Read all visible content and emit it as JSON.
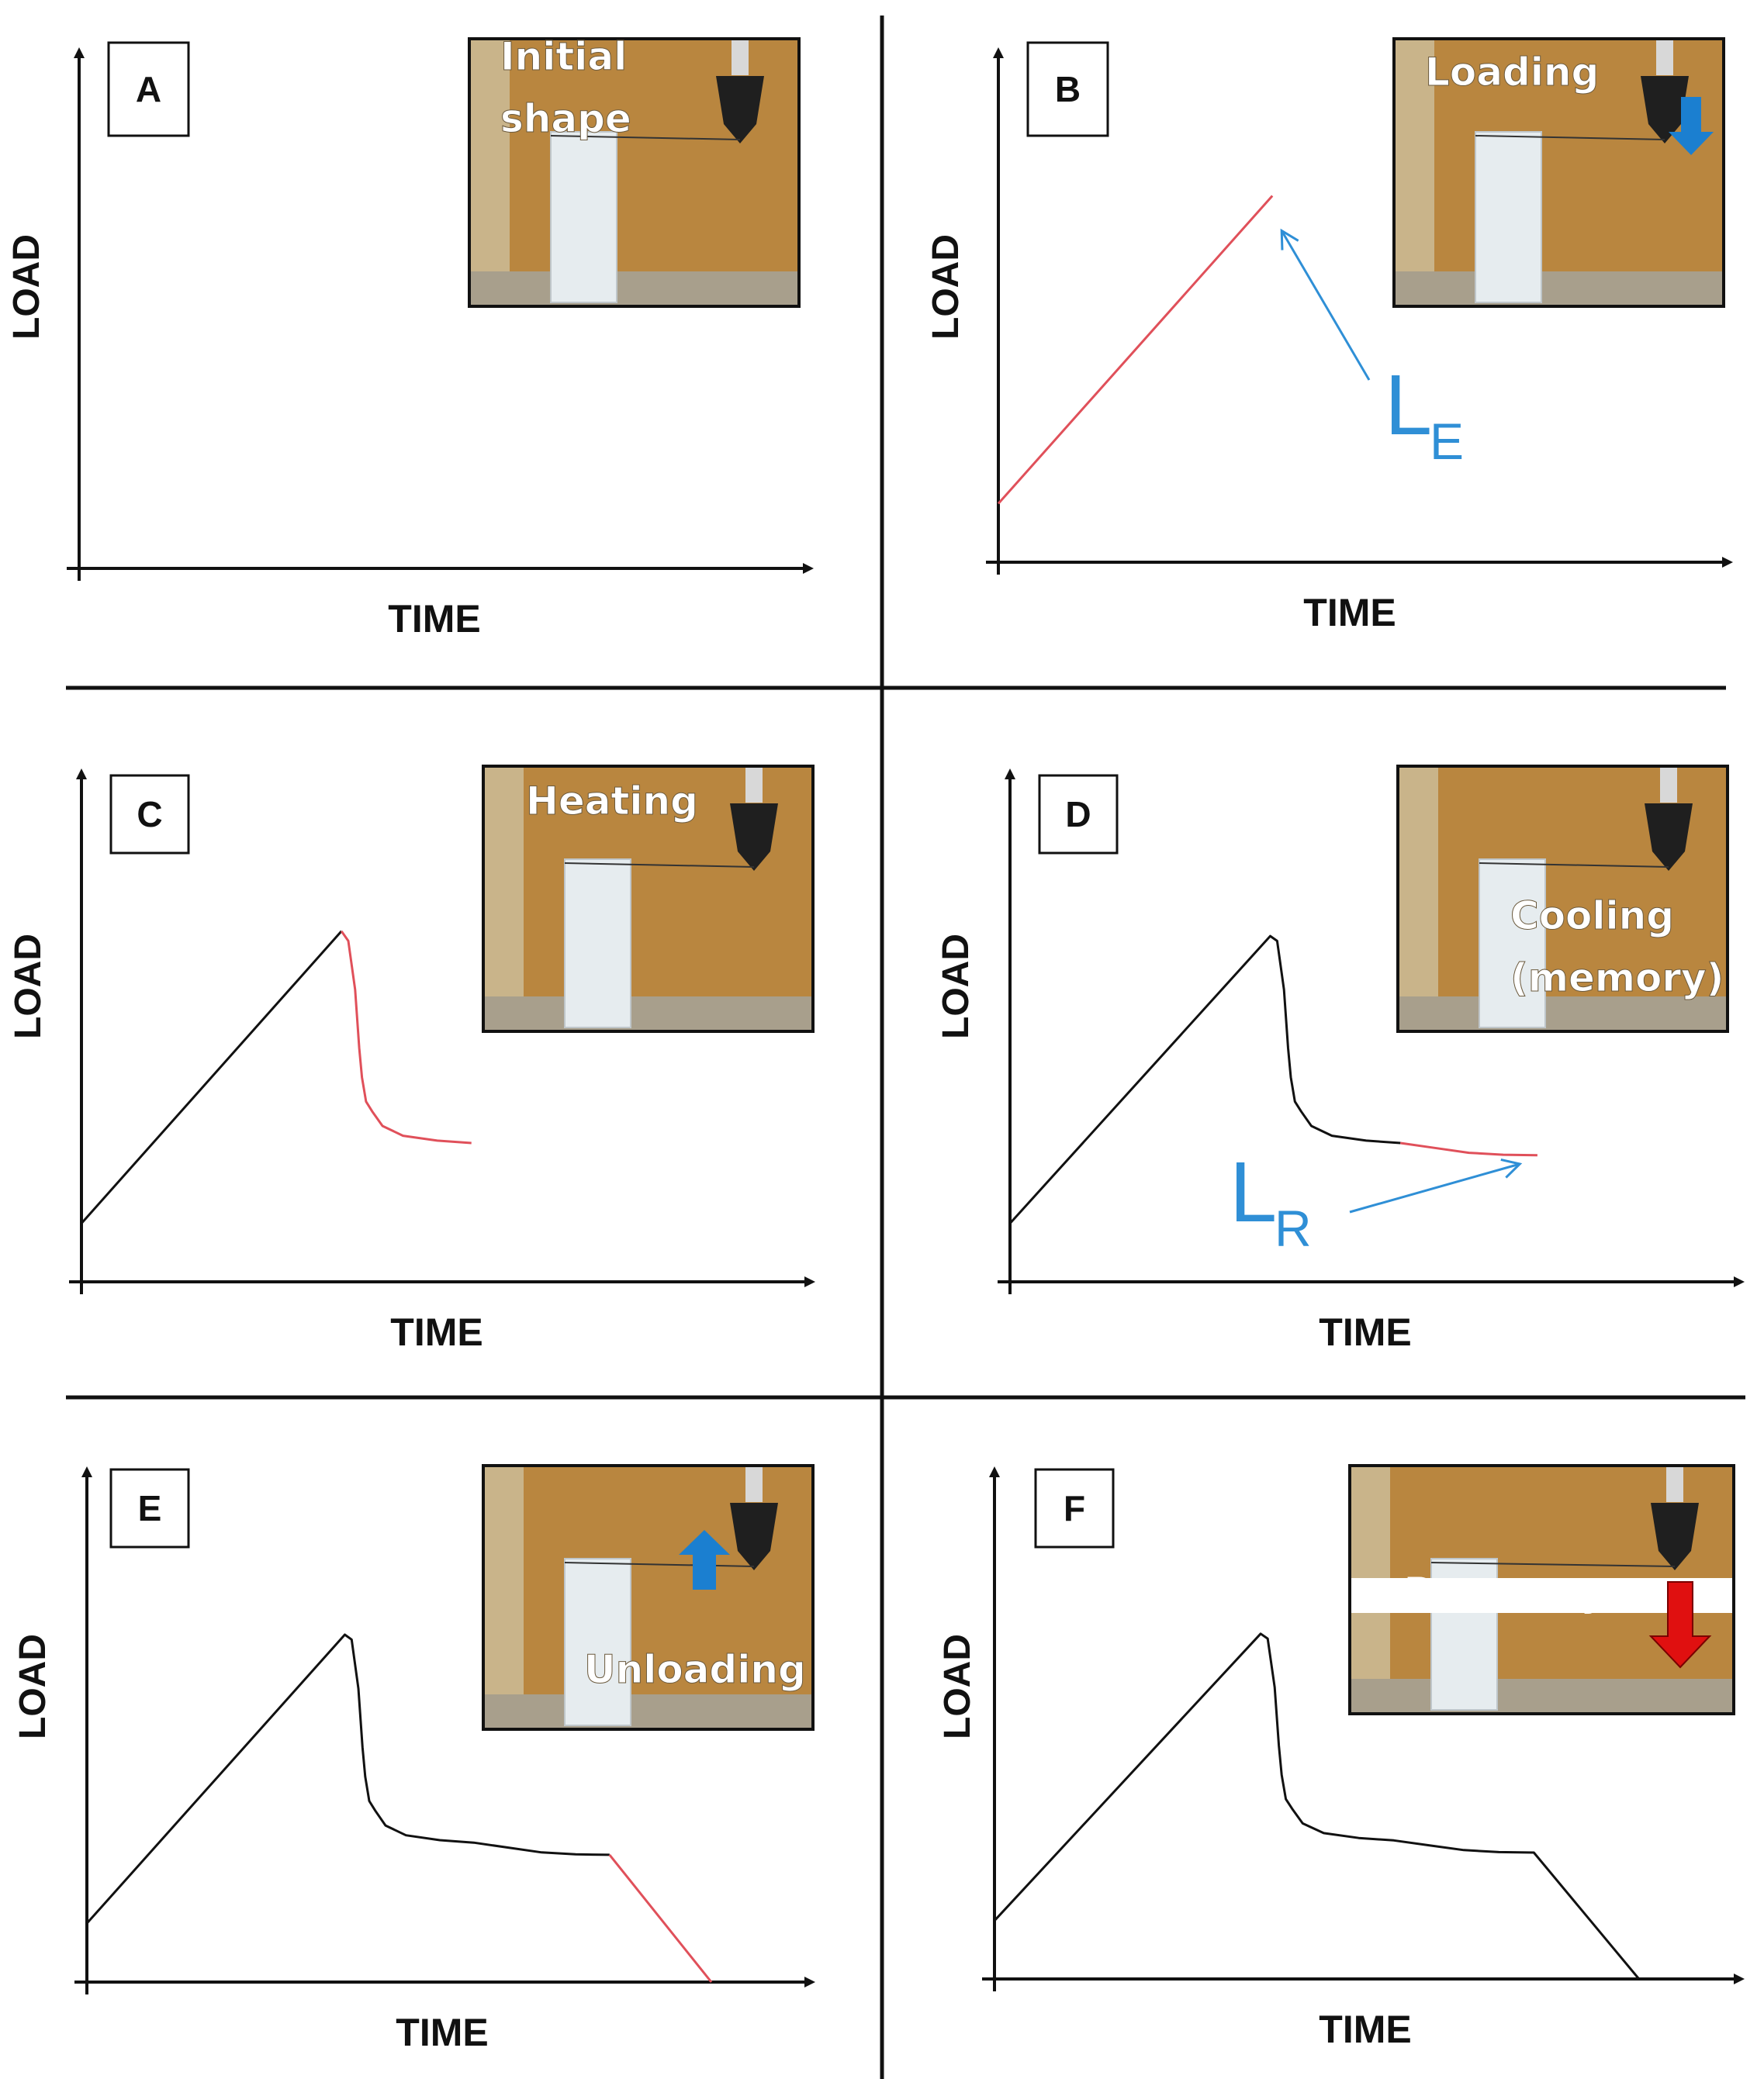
{
  "colors": {
    "axis": "#111111",
    "curve_previous": "#111111",
    "curve_current": "#e0505a",
    "annotation": "#2f8fd6",
    "recovery_text": "#e01010",
    "recovery_arrow": "#e01010",
    "photo_background": "#b9863f"
  },
  "chart_data": [
    {
      "type": "line",
      "panel": "A",
      "xlabel": "TIME",
      "ylabel": "LOAD",
      "photo_caption": [
        "Initial",
        "shape"
      ],
      "xlim": [
        0,
        100
      ],
      "ylim": [
        0,
        100
      ],
      "series": []
    },
    {
      "type": "line",
      "panel": "B",
      "xlabel": "TIME",
      "ylabel": "LOAD",
      "photo_caption": [
        "Loading"
      ],
      "photo_arrow": "down",
      "annotation": {
        "label": "L",
        "subscript": "E",
        "points_to": [
          40,
          75
        ]
      },
      "xlim": [
        0,
        100
      ],
      "ylim": [
        0,
        100
      ],
      "series": [
        {
          "role": "current",
          "x": [
            0,
            40
          ],
          "y": [
            12,
            75
          ]
        }
      ]
    },
    {
      "type": "line",
      "panel": "C",
      "xlabel": "TIME",
      "ylabel": "LOAD",
      "photo_caption": [
        "Heating"
      ],
      "xlim": [
        0,
        100
      ],
      "ylim": [
        0,
        100
      ],
      "series": [
        {
          "role": "previous",
          "x": [
            0,
            38
          ],
          "y": [
            12,
            72
          ]
        },
        {
          "role": "current",
          "x": [
            38,
            39,
            40,
            40.6,
            41,
            41.6,
            42.5,
            44,
            47,
            52,
            57
          ],
          "y": [
            72,
            70,
            60,
            48,
            42,
            37,
            35,
            32,
            30,
            29,
            28.5
          ]
        }
      ]
    },
    {
      "type": "line",
      "panel": "D",
      "xlabel": "TIME",
      "ylabel": "LOAD",
      "photo_caption": [
        "Cooling",
        "(memory)"
      ],
      "annotation": {
        "label": "L",
        "subscript": "R",
        "points_to": [
          75,
          25
        ]
      },
      "xlim": [
        0,
        100
      ],
      "ylim": [
        0,
        100
      ],
      "series": [
        {
          "role": "previous",
          "x": [
            0,
            38,
            39,
            40,
            40.6,
            41,
            41.6,
            42.5,
            44,
            47,
            52,
            57
          ],
          "y": [
            12,
            71,
            70,
            60,
            48,
            42,
            37,
            35,
            32,
            30,
            29,
            28.5
          ]
        },
        {
          "role": "current",
          "x": [
            57,
            62,
            67,
            72,
            77
          ],
          "y": [
            28.5,
            27.5,
            26.5,
            26.1,
            26
          ]
        }
      ]
    },
    {
      "type": "line",
      "panel": "E",
      "xlabel": "TIME",
      "ylabel": "LOAD",
      "photo_caption": [
        "Unloading"
      ],
      "photo_arrow": "up",
      "xlim": [
        0,
        100
      ],
      "ylim": [
        0,
        100
      ],
      "series": [
        {
          "role": "previous",
          "x": [
            0,
            38,
            39,
            40,
            40.6,
            41,
            41.6,
            42.5,
            44,
            47,
            52,
            57,
            62,
            67,
            72,
            77
          ],
          "y": [
            12,
            71,
            70,
            60,
            48,
            42,
            37,
            35,
            32,
            30,
            29,
            28.5,
            27.5,
            26.5,
            26.1,
            26
          ]
        },
        {
          "role": "current",
          "x": [
            77,
            92
          ],
          "y": [
            26,
            0
          ]
        }
      ]
    },
    {
      "type": "line",
      "panel": "F",
      "xlabel": "TIME",
      "ylabel": "LOAD",
      "photo_caption": [
        "Recovery"
      ],
      "photo_arrow": "down-red",
      "xlim": [
        0,
        100
      ],
      "ylim": [
        0,
        100
      ],
      "series": [
        {
          "role": "previous",
          "x": [
            0,
            38,
            39,
            40,
            40.6,
            41,
            41.6,
            42.5,
            44,
            47,
            52,
            57,
            62,
            67,
            72,
            77,
            92
          ],
          "y": [
            12,
            71,
            70,
            60,
            48,
            42,
            37,
            35,
            32,
            30,
            29,
            28.5,
            27.5,
            26.5,
            26.1,
            26,
            0
          ]
        }
      ]
    }
  ]
}
